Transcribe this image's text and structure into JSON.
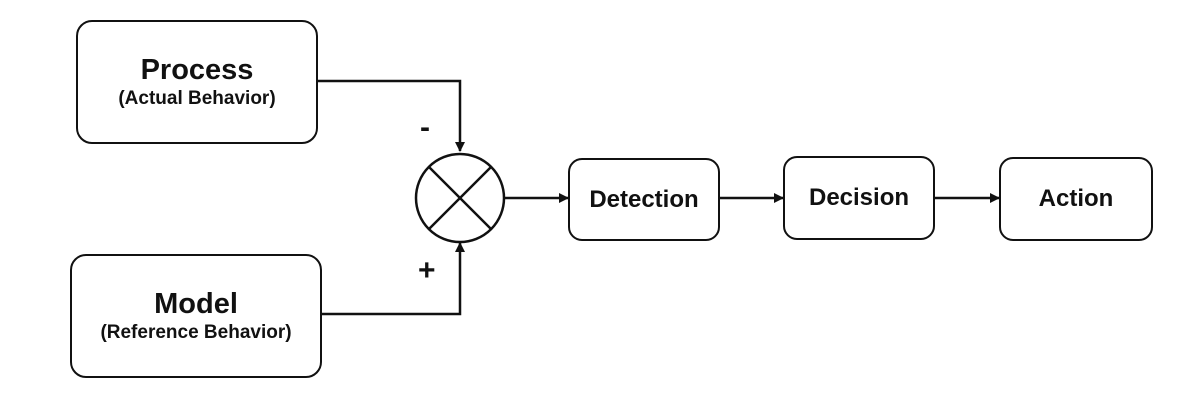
{
  "diagram": {
    "process": {
      "title": "Process",
      "subtitle": "(Actual Behavior)"
    },
    "model": {
      "title": "Model",
      "subtitle": "(Reference Behavior)"
    },
    "minus_sign": "-",
    "plus_sign": "+",
    "stages": [
      {
        "label": "Detection"
      },
      {
        "label": "Decision"
      },
      {
        "label": "Action"
      }
    ]
  }
}
